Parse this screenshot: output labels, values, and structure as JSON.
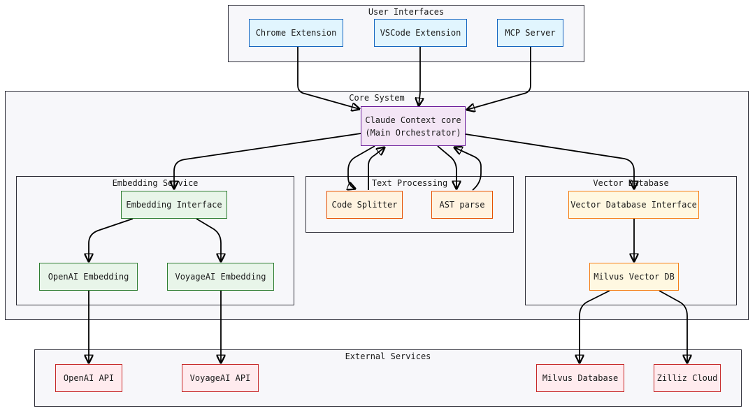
{
  "groups": {
    "user_interfaces": "User Interfaces",
    "core_system": "Core System",
    "embedding_service": "Embedding Service",
    "text_processing": "Text Processing",
    "vector_database": "Vector Database",
    "external_services": "External Services"
  },
  "nodes": {
    "chrome_extension": "Chrome Extension",
    "vscode_extension": "VSCode Extension",
    "mcp_server": "MCP Server",
    "core": "Claude Context core\n(Main Orchestrator)",
    "embedding_interface": "Embedding Interface",
    "openai_embedding": "OpenAI Embedding",
    "voyageai_embedding": "VoyageAI Embedding",
    "code_splitter": "Code Splitter",
    "ast_parse": "AST parse",
    "vector_db_interface": "Vector Database Interface",
    "milvus_vector_db": "Milvus Vector DB",
    "openai_api": "OpenAI API",
    "voyageai_api": "VoyageAI API",
    "milvus_database": "Milvus Database",
    "zilliz_cloud": "Zilliz Cloud"
  },
  "colors": {
    "ui_fill": "#e1f5fe",
    "ui_border": "#1565c0",
    "core_fill": "#f3e5f5",
    "core_border": "#6a1b9a",
    "embedding_fill": "#e8f5e9",
    "embedding_border": "#2e7d32",
    "text_fill": "#fff3e0",
    "text_border": "#e65100",
    "vectordb_fill": "#fff8e1",
    "vectordb_border": "#f57f17",
    "external_fill": "#ffebee",
    "external_border": "#c62828"
  },
  "edges": [
    {
      "from": "chrome_extension",
      "to": "core"
    },
    {
      "from": "vscode_extension",
      "to": "core"
    },
    {
      "from": "mcp_server",
      "to": "core"
    },
    {
      "from": "core",
      "to": "embedding_interface"
    },
    {
      "from": "core",
      "to": "code_splitter"
    },
    {
      "from": "code_splitter",
      "to": "core"
    },
    {
      "from": "core",
      "to": "ast_parse"
    },
    {
      "from": "ast_parse",
      "to": "core"
    },
    {
      "from": "core",
      "to": "vector_db_interface"
    },
    {
      "from": "embedding_interface",
      "to": "openai_embedding"
    },
    {
      "from": "embedding_interface",
      "to": "voyageai_embedding"
    },
    {
      "from": "vector_db_interface",
      "to": "milvus_vector_db"
    },
    {
      "from": "openai_embedding",
      "to": "openai_api"
    },
    {
      "from": "voyageai_embedding",
      "to": "voyageai_api"
    },
    {
      "from": "milvus_vector_db",
      "to": "milvus_database"
    },
    {
      "from": "milvus_vector_db",
      "to": "zilliz_cloud"
    }
  ]
}
